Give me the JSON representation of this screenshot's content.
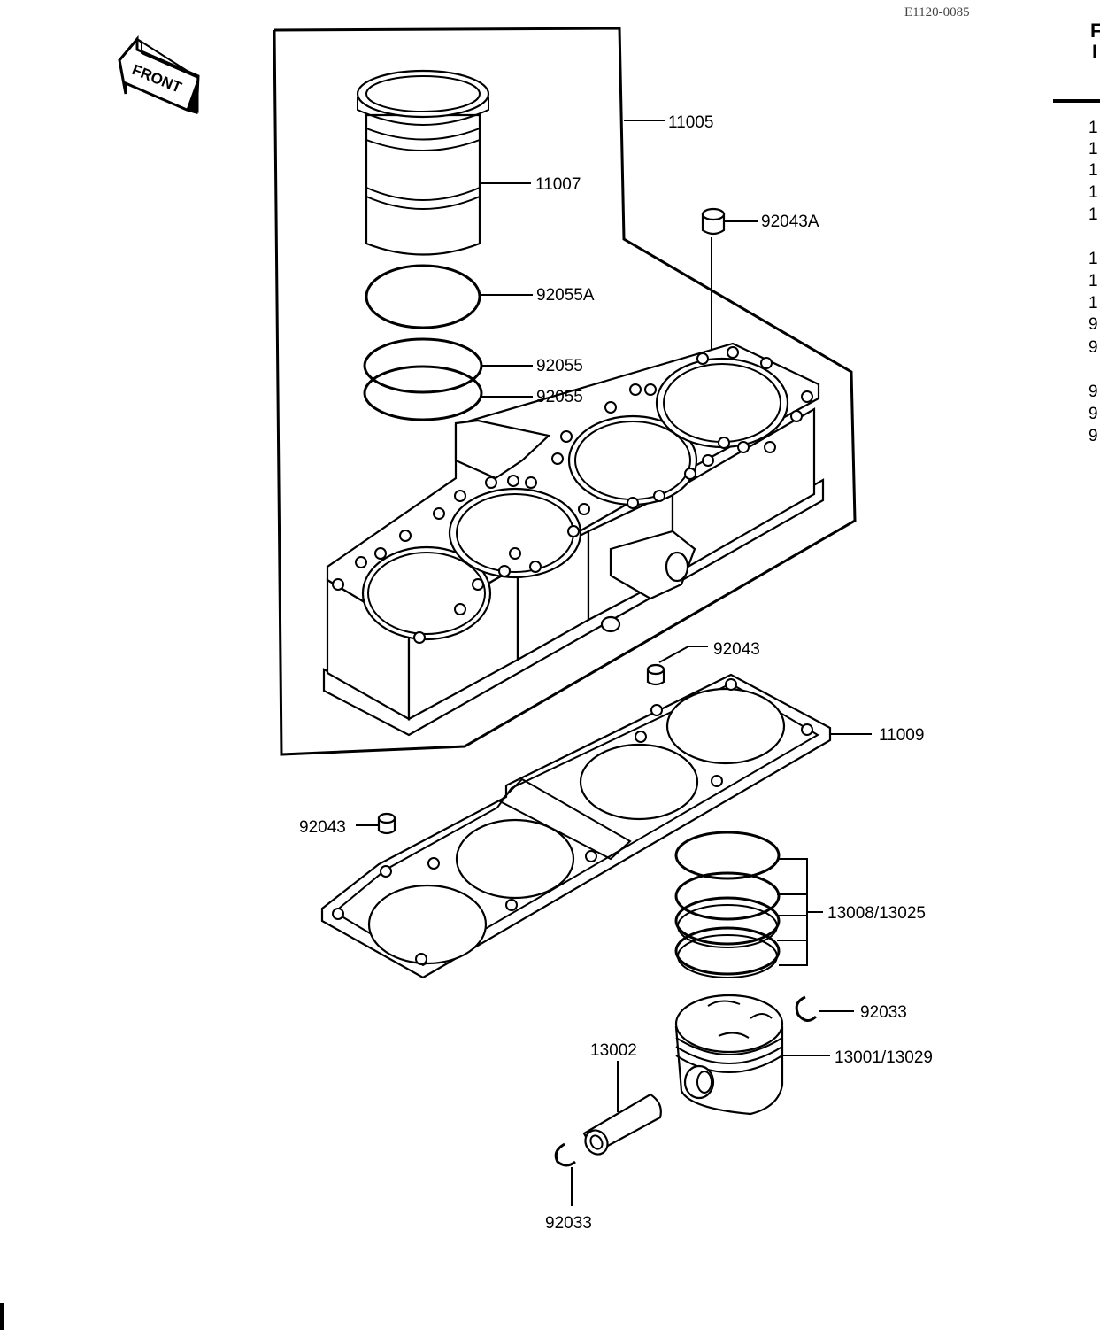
{
  "diagram_code": "E1120-0085",
  "front_label": "FRONT",
  "labels": {
    "l11005": "11005",
    "l11007": "11007",
    "l92043A": "92043A",
    "l92055A": "92055A",
    "l92055_1": "92055",
    "l92055_2": "92055",
    "l92043_top": "92043",
    "l11009": "11009",
    "l92043_left": "92043",
    "l13008": "13008/13025",
    "l92033_right": "92033",
    "l13002": "13002",
    "l13001": "13001/13029",
    "l92033_bottom": "92033"
  },
  "side_column": {
    "header": [
      "F",
      "I"
    ],
    "digits": [
      "1",
      "1",
      "1",
      "1",
      "1",
      "1",
      "1",
      "1",
      "9",
      "9",
      "9",
      "9",
      "9"
    ]
  }
}
